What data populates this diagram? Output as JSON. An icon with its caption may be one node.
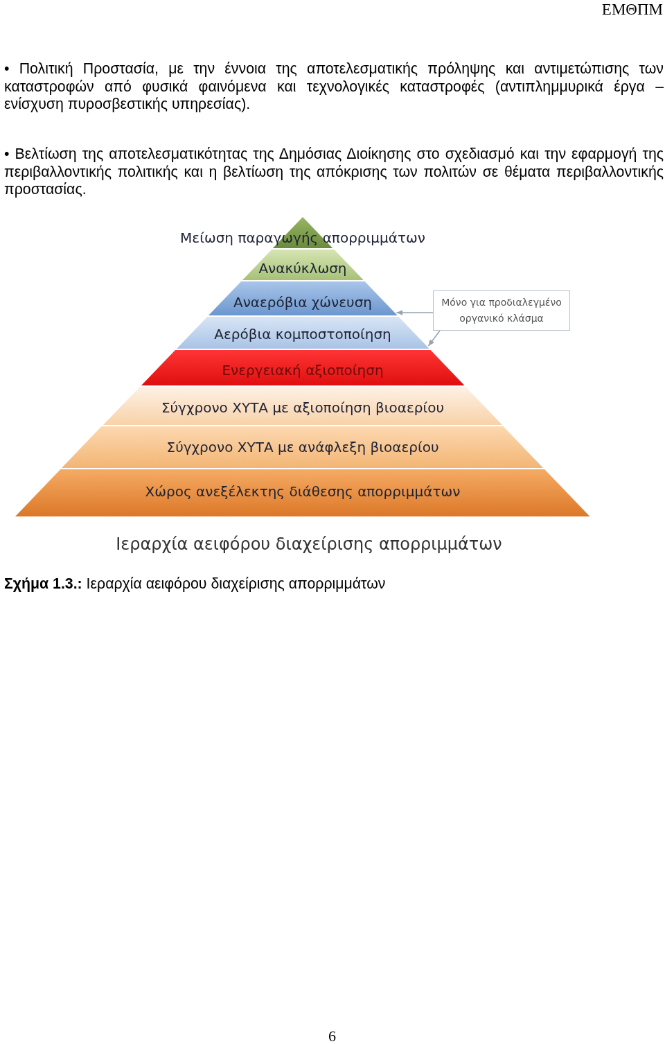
{
  "diagram": {
    "title": "Ιεραρχία αειφόρου διαχείρισης απορριμμάτων",
    "caption": "**Σχήμα 1.3.:** Ιεραρχία αειφόρου διαχείρισης απορριμμάτων",
    "nodes": [
      {
        "text": [
          "Μείωση παραγωγής απορριμμάτων"
        ]
      },
      {
        "text": [
          "Ανακύκλωση"
        ]
      },
      {
        "text": [
          "Αναερόβια χώνευση"
        ]
      },
      {
        "text": [
          "Αερόβια κομποστοποίηση"
        ]
      },
      {
        "text": [
          "Ενεργειακή αξιοποίηση"
        ]
      },
      {
        "text": [
          "Σύγχρονο ΧΥΤΑ με αξιοποίηση βιοαερίου"
        ]
      },
      {
        "text": [
          "Σύγχρονο ΧΥΤΑ με ανάφλεξη βιοαερίου"
        ]
      },
      {
        "text": [
          "Χώρος ανεξέλεκτης διάθεσης απορριμμάτων"
        ]
      },
      {
        "text": [
          "Μόνο για προδιαλεγμένο οργανικό κλάσμα"
        ]
      }
    ],
    "edges": [
      {
        "from": 8,
        "to": 2,
        "arrow": "to"
      },
      {
        "from": 8,
        "to": 3,
        "arrow": "to"
      }
    ],
    "labels": [
      "ΕΜΘΠΜ",
      "• Πολιτική Προστασία, με την έννοια της αποτελεσματικής πρόληψης και αντιμετώπισης των καταστροφών από φυσικά φαινόμενα και τεχνολογικές καταστροφές (αντιπλημμυρικά έργα – ενίσχυση πυροσβεστικής υπηρεσίας).",
      "• Βελτίωση της αποτελεσματικότητας της Δημόσιας Διοίκησης στο σχεδιασμό και την εφαρμογή της περιβαλλοντικής πολιτικής και η βελτίωση της απόκρισης των πολιτών σε θέματα περιβαλλοντικής προστασίας.",
      "6"
    ]
  }
}
